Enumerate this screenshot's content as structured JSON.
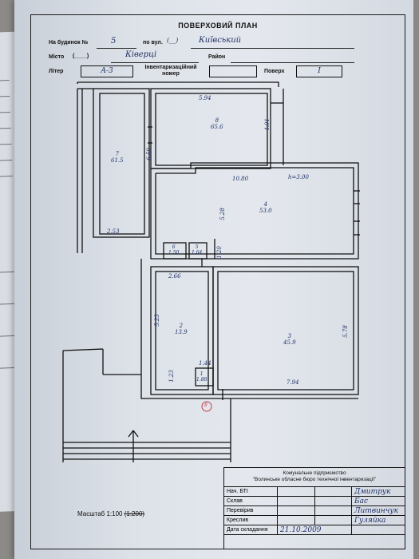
{
  "header": {
    "title": "ПОВЕРХОВИЙ ПЛАН",
    "house_label": "На будинок №",
    "house_number": "5",
    "street_label": "по вул.",
    "street_type": "(__)",
    "street_name": "Київський",
    "city_label": "Місто",
    "city_paren": "(____)",
    "city_name": "Ківерці",
    "district_label": "Район",
    "liter_label": "Літер",
    "liter_value": "А-3",
    "inventory_label": "Інвентаризаційний номер",
    "floor_label": "Поверх",
    "floor_value": "І"
  },
  "rooms": [
    {
      "id": "room-8",
      "number": "8",
      "area": "65.6"
    },
    {
      "id": "room-7",
      "number": "7",
      "area": "61.5"
    },
    {
      "id": "room-4",
      "number": "4",
      "area": "53.0"
    },
    {
      "id": "room-6",
      "number": "6",
      "area": "1.50"
    },
    {
      "id": "room-5",
      "number": "5",
      "area": "1.64"
    },
    {
      "id": "room-2",
      "number": "2",
      "area": "13.9"
    },
    {
      "id": "room-3",
      "number": "3",
      "area": "45.9"
    },
    {
      "id": "room-1",
      "number": "1",
      "area": "1.88"
    }
  ],
  "dimensions": {
    "d_594": "5.94",
    "d_401": "4.01",
    "d_650": "6.50",
    "d_1080": "10.80",
    "d_h": "h=3.00",
    "d_528": "5.28",
    "d_253": "2.53",
    "d_120": "1.20",
    "d_266": "2.66",
    "d_523": "5.23",
    "d_578": "5.78",
    "d_144": "1.44",
    "d_123": "1.23",
    "d_794": "7.94"
  },
  "axis_marker": "8",
  "scale": {
    "label": "Масштаб 1:100",
    "struck": "(1:200)"
  },
  "stamp": {
    "org_line1": "Комунальне підприємство",
    "org_line2": "\"Волинське обласне бюро технічної інвентаризації\"",
    "rows": [
      {
        "role": "Нач. БТІ",
        "name": "Дмитрук"
      },
      {
        "role": "Склав",
        "name": "Бас"
      },
      {
        "role": "Перевірив",
        "name": "Литвинчук"
      },
      {
        "role": "Креслив",
        "name": "Гуляйка"
      }
    ],
    "date_label": "Дата складання",
    "date_value": "21.10.2009"
  }
}
